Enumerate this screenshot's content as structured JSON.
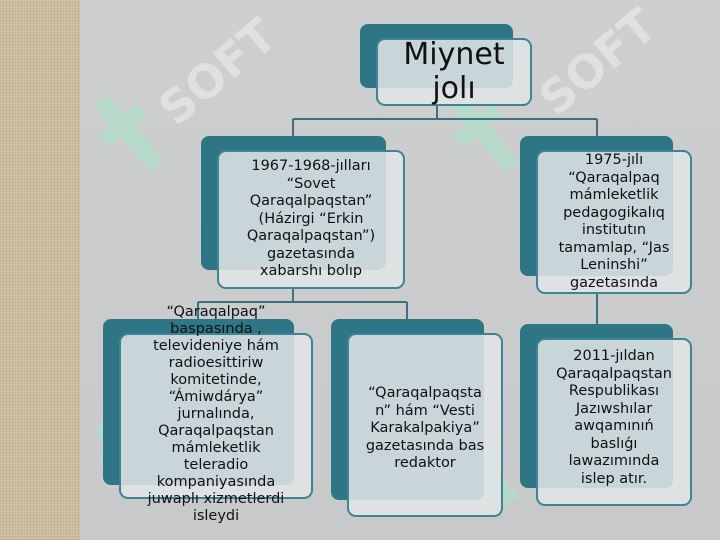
{
  "slide": {
    "watermark_text": "SOFT"
  },
  "diagram": {
    "root": "Miynet\njolı",
    "node_left": "1967-1968-jılları\n“Sovet\nQaraqalpaqstan”\n(Házirgi “Erkin\nQaraqalpaqstan”)\ngazetasında\nxabarshı bolıp",
    "node_right": "1975-jılı\n“Qaraqalpaq\nmámleketlik\npedagogikalıq\ninstitutın\ntamamlap, “Jas\nLeninshi”\ngazetasında",
    "node_bottom_left": "“Qaraqalpaq”\nbaspasında ,\ntelevideniye hám\nradioesittiriw\nkomitetinde,\n“Ámiwdárya”\njurnalında,\nQaraqalpaqstan\nmámleketlik\nteleradio\nkompaniyasında\njuwaplı xizmetlerdi\nisleydi",
    "node_bottom_middle": "“Qaraqalpaqsta\nn” hám “Vesti\nKarakalpakiya”\ngazetasında bas\nredaktor",
    "node_bottom_right": "2011-jıldan\nQaraqalpaqstan\nRespublikası\nJazıwshılar\nawqamınıń\nbaslıǵı\nlawazımında\nislep atır."
  },
  "colors": {
    "accent": "#2e7585",
    "border": "#3e8494",
    "node_fill": "#e2e5e7"
  }
}
